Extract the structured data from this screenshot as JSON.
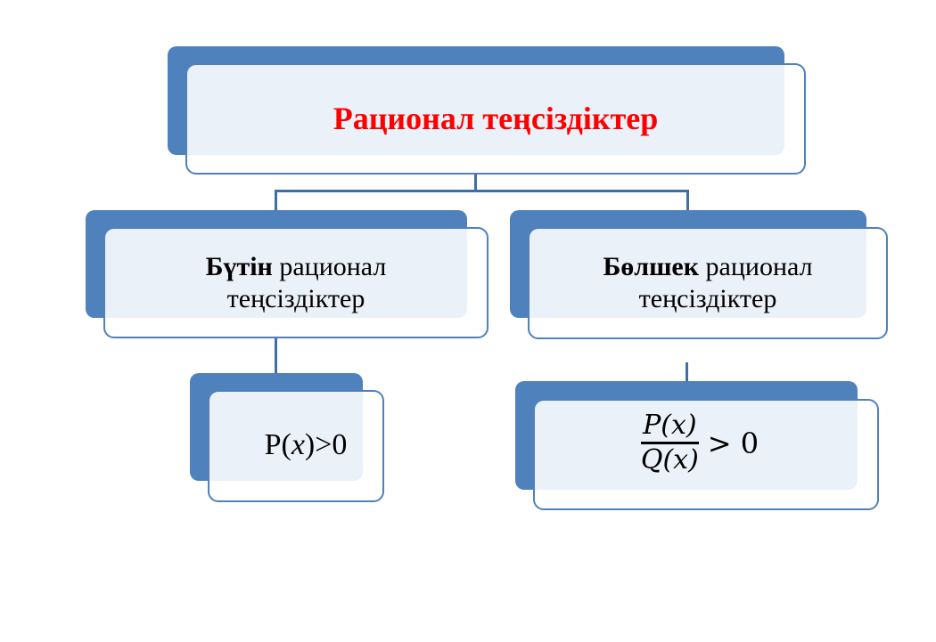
{
  "root": {
    "label": "Рационал теңсіздіктер"
  },
  "left": {
    "bold": "Бүтін",
    "rest": " рационал",
    "line2": "теңсіздіктер",
    "formula_pre": "P(",
    "formula_var": "x",
    "formula_post": ")>0"
  },
  "right": {
    "bold": "Бөлшек",
    "rest": " рационал",
    "line2": "теңсіздіктер",
    "numerator": "P(x)",
    "denominator": "Q(x)",
    "relation": "> 0"
  },
  "colors": {
    "box": "#4f81bd",
    "title": "#ff0000"
  }
}
